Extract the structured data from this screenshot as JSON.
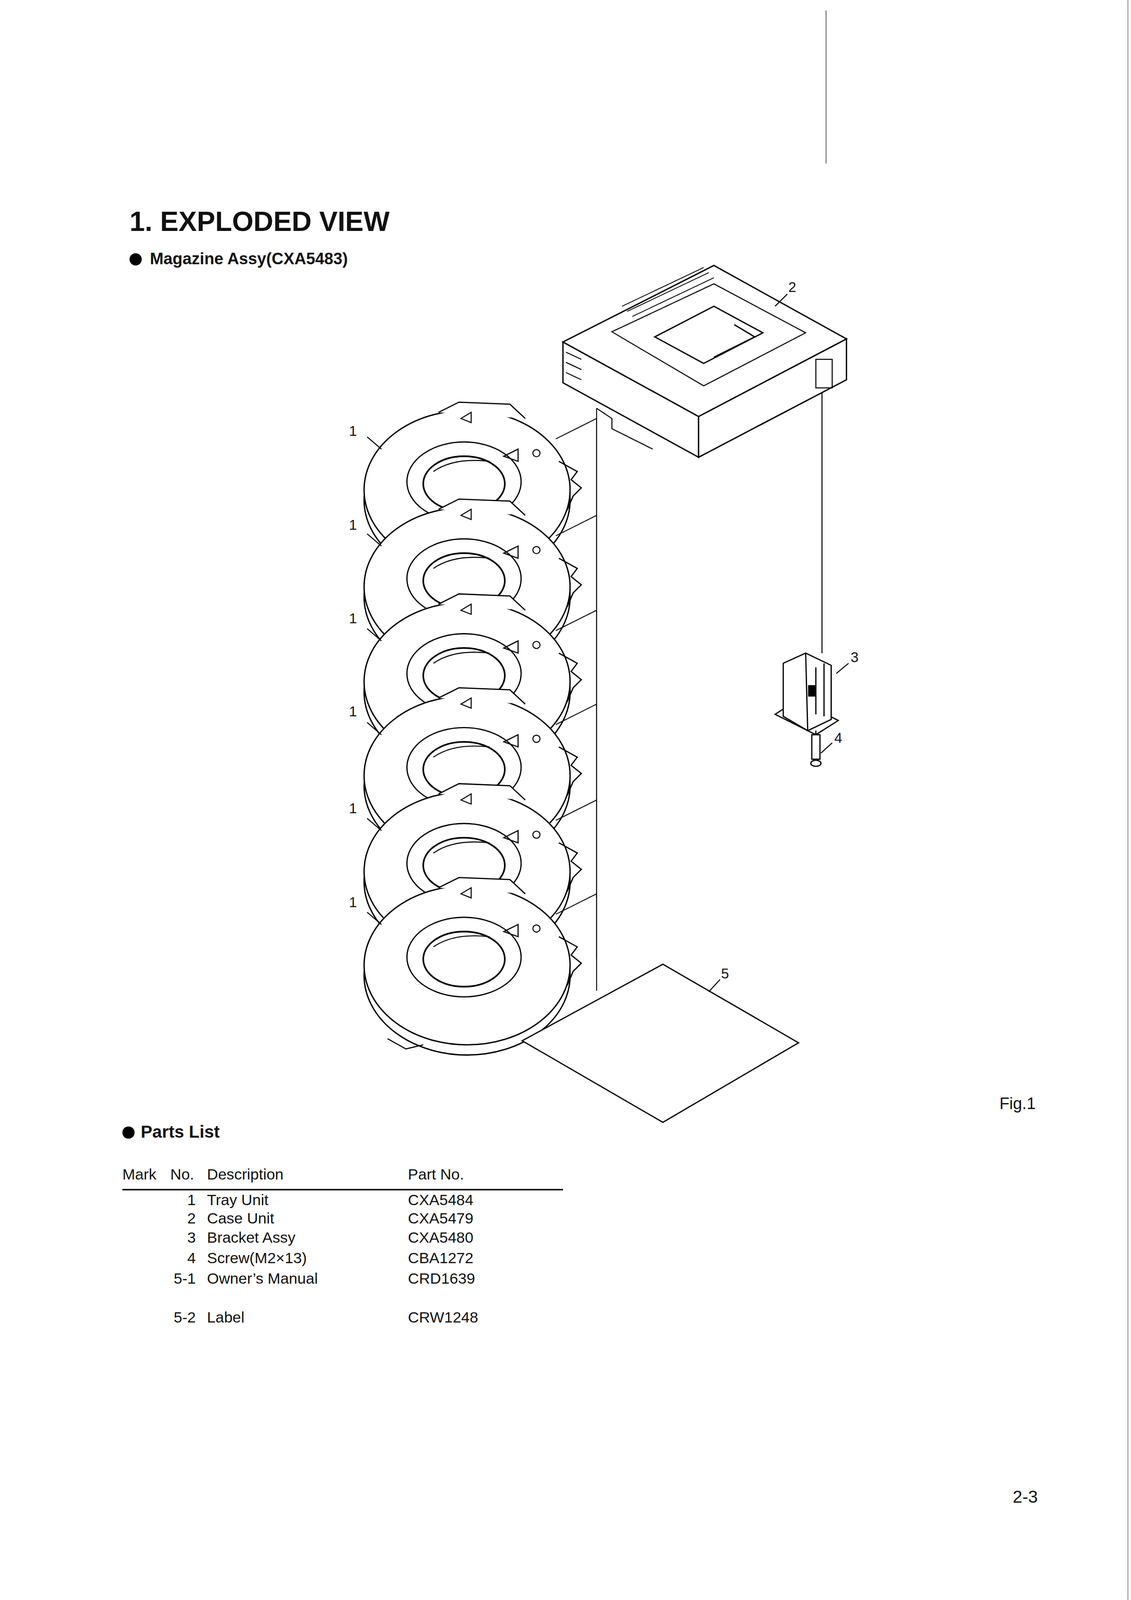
{
  "diagram": {
    "title": "1. EXPLODED VIEW",
    "labels": [
      "Magazine Assy(CXA5483)",
      "1",
      "1",
      "1",
      "1",
      "1",
      "1",
      "2",
      "3",
      "4",
      "5",
      "Fig.1",
      "Parts List",
      "Mark",
      "No.",
      "Description",
      "Part No.",
      "1",
      "Tray Unit",
      "CXA5484",
      "2",
      "Case Unit",
      "CXA5479",
      "3",
      "Bracket Assy",
      "CXA5480",
      "4",
      "Screw(M2×13)",
      "CBA1272",
      "5-1",
      "Owner’s Manual",
      "CRD1639",
      "5-2",
      "Label",
      "CRW1248",
      "2-3"
    ]
  }
}
